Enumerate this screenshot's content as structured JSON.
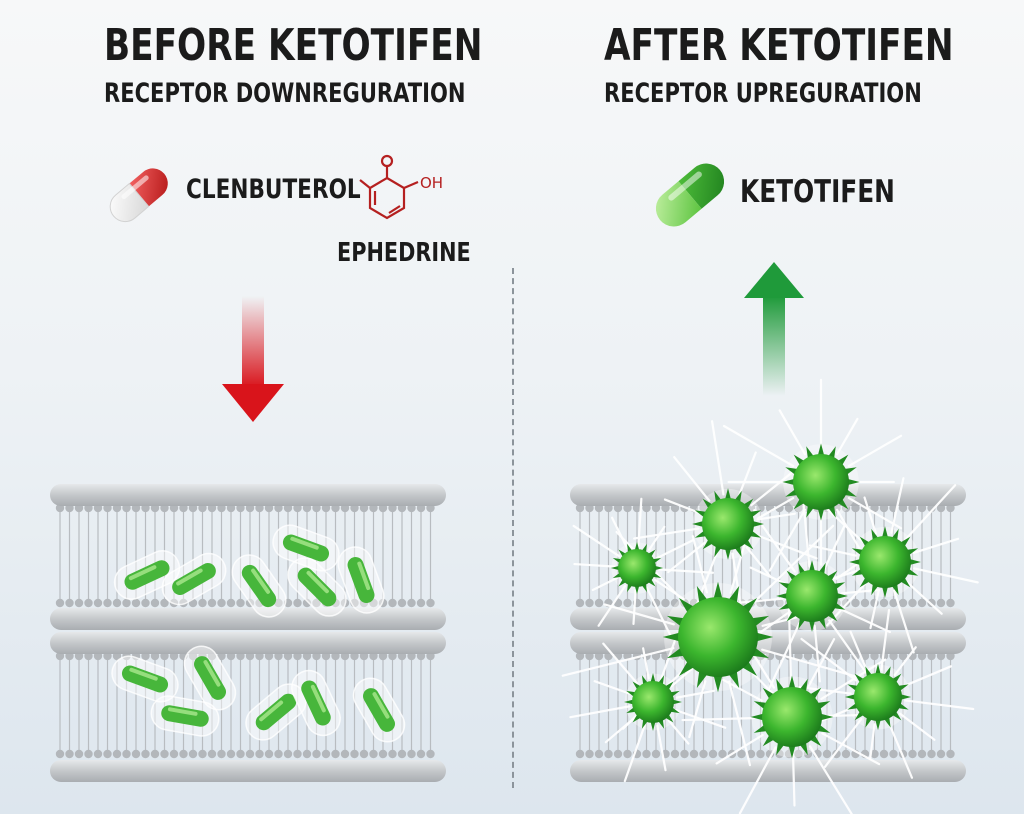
{
  "left": {
    "title": "BEFORE KETOTIFEN",
    "subtitle": "RECEPTOR DOWNREGURATION",
    "drug_label": "CLENBUTEROL",
    "molecule_label": "EPHEDRINE",
    "molecule_oh": "OH",
    "molecule_o": "O"
  },
  "right": {
    "title": "AFTER KETOTIFEN",
    "subtitle": "RECEPTOR UPREGURATION",
    "drug_label": "KETOTIFEN"
  },
  "colors": {
    "red_arrow": "#d9141b",
    "green_arrow": "#1f9a3a",
    "red_pill": "#d82a2a",
    "green_pill": "#3aa52a",
    "receptor_green": "#46c13a",
    "membrane_gray": "#c9cccf",
    "molecule_red": "#b52020"
  },
  "icons": {
    "left_pill": "capsule-icon",
    "right_pill": "capsule-icon",
    "molecule": "chemical-structure-icon",
    "down_arrow": "arrow-down-icon",
    "up_arrow": "arrow-up-icon"
  }
}
